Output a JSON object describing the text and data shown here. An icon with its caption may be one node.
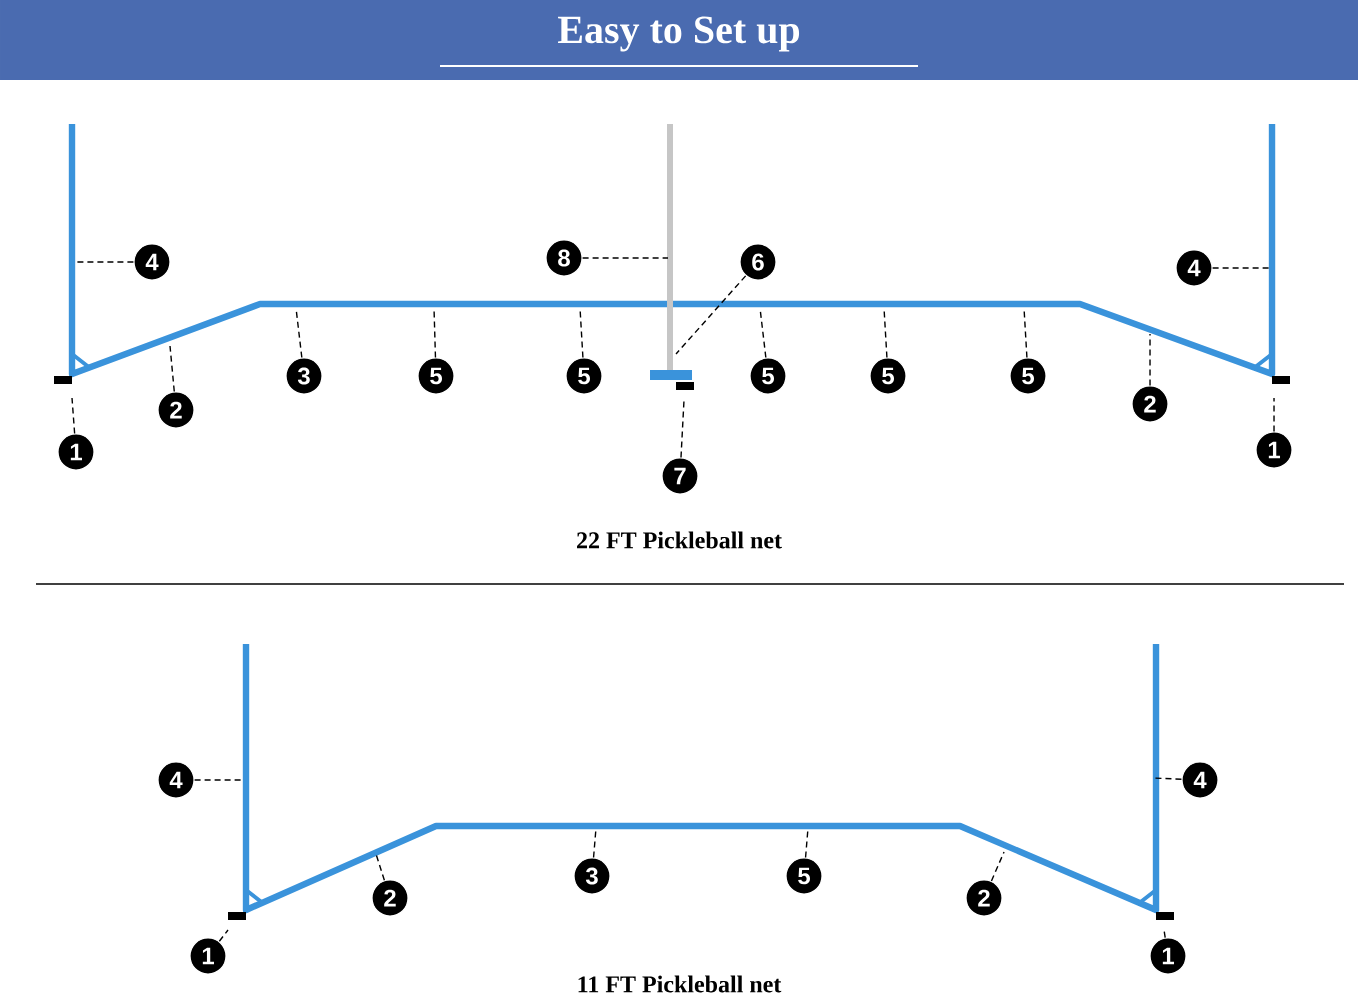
{
  "diagram": {
    "title": "Easy to Set up",
    "nodes": [
      {
        "text": [
          "8"
        ]
      },
      {
        "text": [
          "4"
        ]
      },
      {
        "text": [
          "4"
        ]
      },
      {
        "text": [
          "6"
        ]
      },
      {
        "text": [
          "3"
        ]
      },
      {
        "text": [
          "5"
        ]
      },
      {
        "text": [
          "5"
        ]
      },
      {
        "text": [
          "5"
        ]
      },
      {
        "text": [
          "5"
        ]
      },
      {
        "text": [
          "5"
        ]
      },
      {
        "text": [
          "2"
        ]
      },
      {
        "text": [
          "2"
        ]
      },
      {
        "text": [
          "1"
        ]
      },
      {
        "text": [
          "1"
        ]
      },
      {
        "text": [
          "7"
        ]
      },
      {
        "text": [
          "4"
        ]
      },
      {
        "text": [
          "4"
        ]
      },
      {
        "text": [
          "3"
        ]
      },
      {
        "text": [
          "5"
        ]
      },
      {
        "text": [
          "2"
        ]
      },
      {
        "text": [
          "2"
        ]
      },
      {
        "text": [
          "1"
        ]
      },
      {
        "text": [
          "1"
        ]
      }
    ],
    "edges": [
      {
        "from": 0,
        "to": null,
        "arrow": "none",
        "style": "dashed"
      },
      {
        "from": 1,
        "to": null,
        "arrow": "none",
        "style": "dashed"
      },
      {
        "from": 2,
        "to": null,
        "arrow": "none",
        "style": "dashed"
      },
      {
        "from": 3,
        "to": null,
        "arrow": "none",
        "style": "dashed"
      },
      {
        "from": 4,
        "to": null,
        "arrow": "none",
        "style": "dashed"
      },
      {
        "from": 5,
        "to": null,
        "arrow": "none",
        "style": "dashed"
      },
      {
        "from": 6,
        "to": null,
        "arrow": "none",
        "style": "dashed"
      },
      {
        "from": 7,
        "to": null,
        "arrow": "none",
        "style": "dashed"
      },
      {
        "from": 8,
        "to": null,
        "arrow": "none",
        "style": "dashed"
      },
      {
        "from": 9,
        "to": null,
        "arrow": "none",
        "style": "dashed"
      },
      {
        "from": 10,
        "to": null,
        "arrow": "none",
        "style": "dashed"
      },
      {
        "from": 11,
        "to": null,
        "arrow": "none",
        "style": "dashed"
      },
      {
        "from": 12,
        "to": null,
        "arrow": "none",
        "style": "dashed"
      },
      {
        "from": 13,
        "to": null,
        "arrow": "none",
        "style": "dashed"
      },
      {
        "from": 14,
        "to": null,
        "arrow": "none",
        "style": "dashed"
      },
      {
        "from": 15,
        "to": null,
        "arrow": "none",
        "style": "dashed"
      },
      {
        "from": 16,
        "to": null,
        "arrow": "none",
        "style": "dashed"
      },
      {
        "from": 17,
        "to": null,
        "arrow": "none",
        "style": "dashed"
      },
      {
        "from": 18,
        "to": null,
        "arrow": "none",
        "style": "dashed"
      },
      {
        "from": 19,
        "to": null,
        "arrow": "none",
        "style": "dashed"
      },
      {
        "from": 20,
        "to": null,
        "arrow": "none",
        "style": "dashed"
      },
      {
        "from": 21,
        "to": null,
        "arrow": "none",
        "style": "dashed"
      },
      {
        "from": 22,
        "to": null,
        "arrow": "none",
        "style": "dashed"
      }
    ],
    "labels": [
      "22 FT Pickleball net",
      "11 FT Pickleball net"
    ]
  }
}
